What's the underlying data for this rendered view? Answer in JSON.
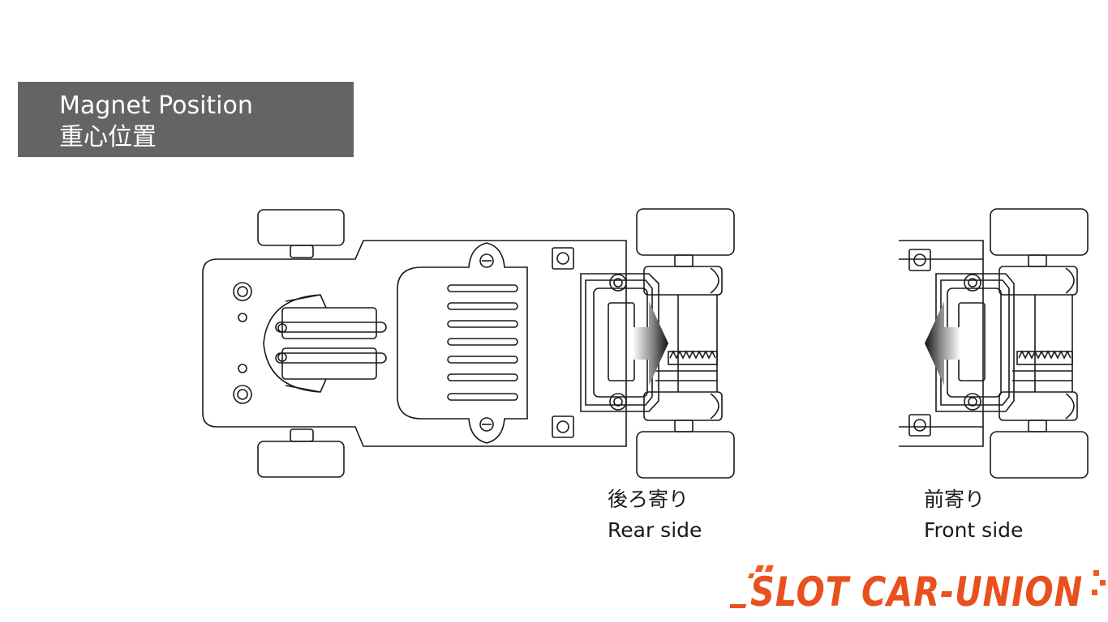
{
  "header": {
    "title_en": "Magnet Position",
    "title_ja": "重心位置"
  },
  "captions": {
    "rear_ja": "後ろ寄り",
    "rear_en": "Rear side",
    "front_ja": "前寄り",
    "front_en": "Front side"
  },
  "brand": {
    "logo_text": "SLOT CAR-UNION",
    "accent_color": "#f05a1e",
    "color": "#e8501e"
  },
  "colors": {
    "line": "#1a1a1a",
    "banner": "#646464"
  }
}
